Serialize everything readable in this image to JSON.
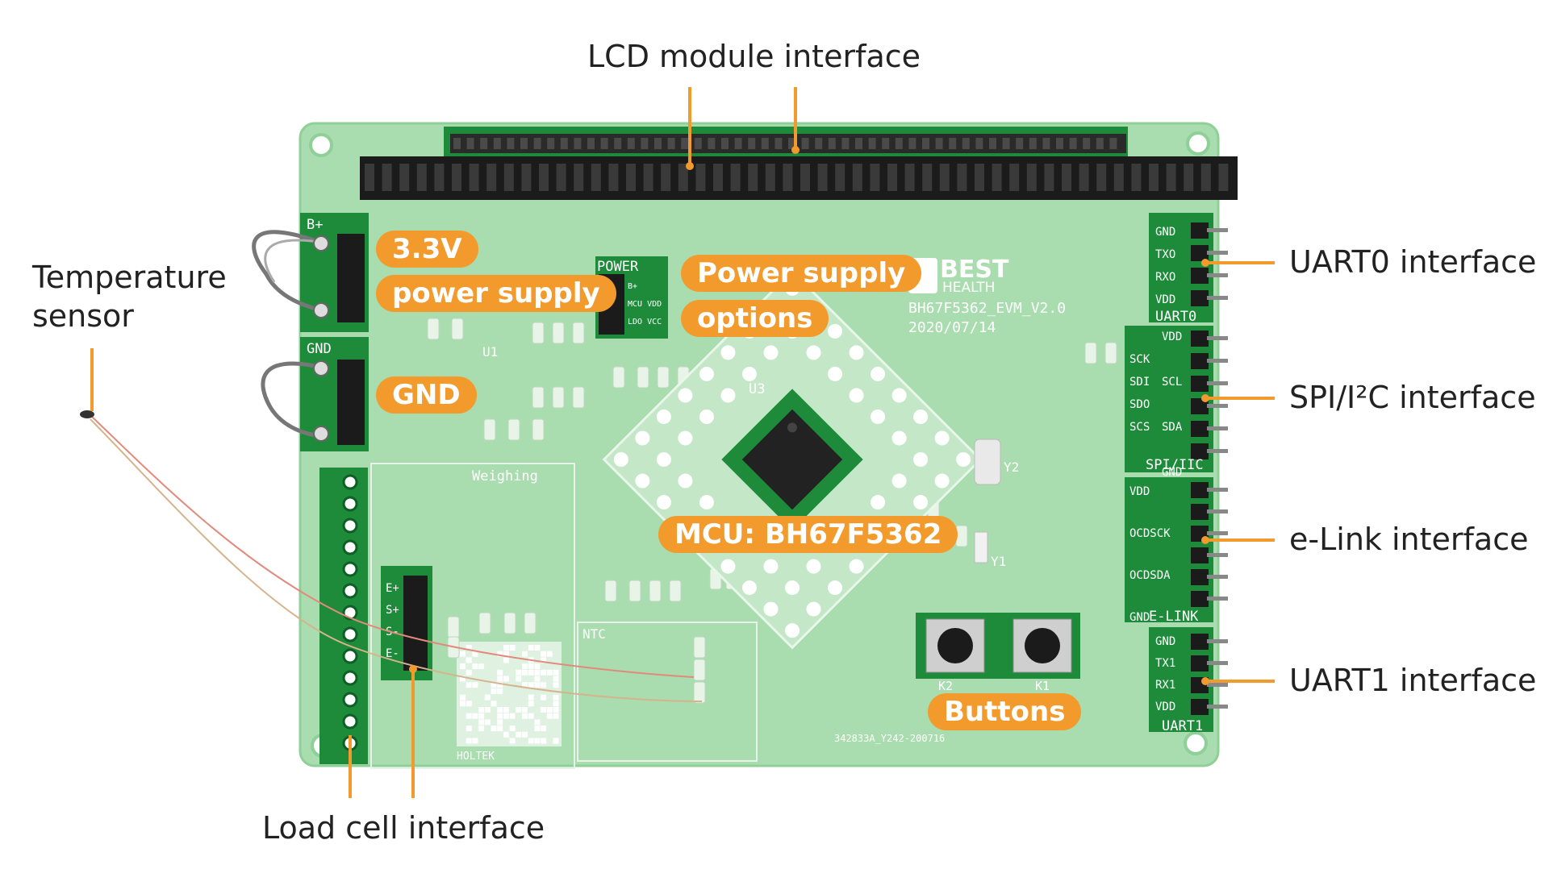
{
  "callouts": {
    "lcd": "LCD module interface",
    "temp_line1": "Temperature",
    "temp_line2": "sensor",
    "uart0": "UART0 interface",
    "spi": "SPI/I²C interface",
    "elink": "e-Link interface",
    "uart1": "UART1 interface",
    "loadcell": "Load cell interface"
  },
  "pills": {
    "v33": "3.3V",
    "power_supply": "power supply",
    "gnd": "GND",
    "power_options_1": "Power supply",
    "power_options_2": "options",
    "mcu": "MCU: BH67F5362",
    "buttons": "Buttons"
  },
  "board": {
    "logo_name": "BEST",
    "logo_sub": "HEALTH",
    "model": "BH67F5362_EVM_V2.0",
    "date": "2020/07/14",
    "serial": "342833A_Y242-200716",
    "holtek": "HOLTEK",
    "weighing": "Weighing",
    "ntc": "NTC",
    "power": "POWER",
    "b_plus": "B+",
    "gnd_tag": "GND",
    "uart0_tag": "UART0",
    "spi_tag": "SPI/IIC",
    "elink_tag": "E-LINK",
    "uart1_tag": "UART1",
    "uart0_pins": [
      "GND",
      "TXO",
      "RXO",
      "VDD"
    ],
    "spi_pins_left": [
      "SCK",
      "SDI",
      "SDO",
      "SCS"
    ],
    "spi_pins_right": [
      "VDD",
      "SCL",
      "SDA",
      "GND"
    ],
    "elink_pins": [
      "VDD",
      "OCDSCK",
      "OCDSDA",
      "GND"
    ],
    "uart1_pins": [
      "GND",
      "TX1",
      "RX1",
      "VDD"
    ],
    "loadcell_pins": [
      "E+",
      "S+",
      "S-",
      "E-"
    ],
    "power_pins": [
      "B+",
      "MCU VDD",
      "LDO VCC"
    ],
    "k1": "K1",
    "k2": "K2",
    "u1": "U1",
    "u3": "U3",
    "y1": "Y1",
    "y2": "Y2"
  },
  "colors": {
    "accent": "#f39a2c",
    "pcb": "#a9dcae",
    "pcb_dark": "#1d8b3a",
    "header": "#1b1b1b"
  }
}
